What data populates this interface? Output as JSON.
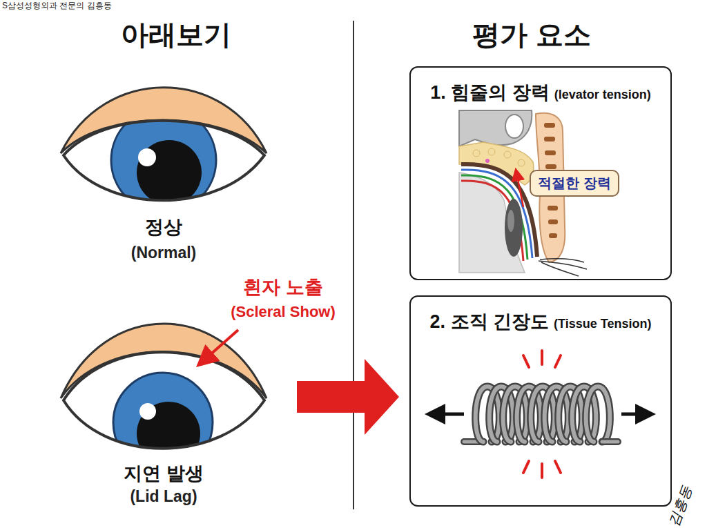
{
  "diagram": {
    "nodes": [
      {
        "text": [
          "1. 힘줄의 장력",
          "(levator tension)"
        ]
      },
      {
        "text": [
          "적절한 장력"
        ],
        "in": 0
      },
      {
        "text": [
          "2. 조직 긴장도",
          "(Tissue Tension)"
        ]
      }
    ],
    "labels": [
      "S삼성성형외과 전문의 김흥동",
      "아래보기",
      "평가 요소",
      "정상",
      "(Normal)",
      "흰자 노출",
      "(Scleral Show)",
      "지연 발생",
      "(Lid Lag)",
      "김흥동"
    ]
  }
}
